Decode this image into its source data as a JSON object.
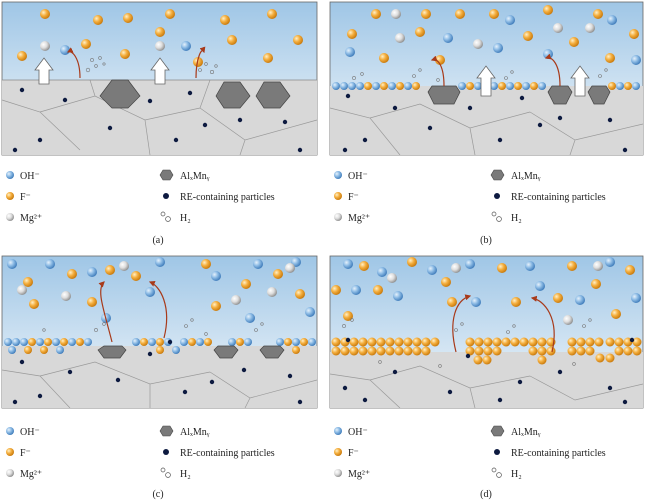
{
  "figure": {
    "panels": [
      {
        "caption": "(a)",
        "stage": 1
      },
      {
        "caption": "(b)",
        "stage": 2
      },
      {
        "caption": "(c)",
        "stage": 3
      },
      {
        "caption": "(d)",
        "stage": 4
      }
    ],
    "legend": {
      "hydroxide": "OH⁻",
      "fluoride": "F⁻",
      "magnesium": "Mg²⁺",
      "intermetallic": "AlₓMnᵧ",
      "rare_earth": "RE-containing particles",
      "hydrogen": "H₂"
    }
  },
  "colors": {
    "solution_top": "#9fc6e6",
    "solution_bottom": "#f4f8fb",
    "matrix": "#d8d8d8",
    "grain_line": "#9a9a9a",
    "hydroxide": "#5b9bd5",
    "fluoride": "#f0a020",
    "magnesium": "#c8c8c8",
    "intermetallic": "#7a7a7a",
    "rare_earth": "#0d1a40",
    "arrow_red": "#a83a1a"
  }
}
